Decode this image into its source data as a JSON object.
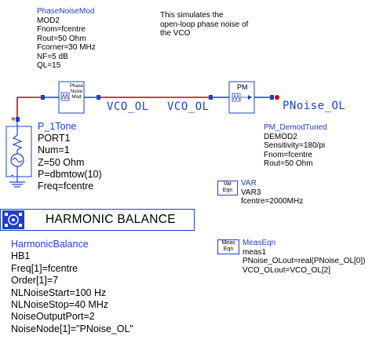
{
  "note": {
    "lines": [
      "This simulates the",
      "open-loop phase noise of",
      "the VCO"
    ]
  },
  "phase_noise_mod": {
    "title": "PhaseNoiseMod",
    "name": "MOD2",
    "params": [
      "Fnom=fcentre",
      "Rout=50 Ohm",
      "Fcorner=30 MHz",
      "NF=5 dB",
      "QL=15"
    ],
    "block_label": [
      "Phase",
      "Noise",
      "Mod"
    ]
  },
  "wires": {
    "net1": "VCO_OL",
    "net2": "VCO_OL",
    "output_node": "PNoise_OL"
  },
  "pm_block": {
    "label": "PM"
  },
  "pm_demod": {
    "title": "PM_DemodTuned",
    "name": "DEMOD2",
    "params": [
      "Sensitivity=180/pi",
      "Fnom=fcentre",
      "Rout=50 Ohm"
    ]
  },
  "port_source": {
    "title": "P_1Tone",
    "name": "PORT1",
    "params": [
      "Num=1",
      "Z=50 Ohm",
      "P=dbmtow(10)",
      "Freq=fcentre"
    ],
    "plus_sign": "+",
    "minus_sign": "-"
  },
  "var_eqn": {
    "icon_lines": [
      "Var",
      "Eqn"
    ],
    "title": "VAR",
    "name": "VAR3",
    "params": [
      "fcentre=2000MHz"
    ]
  },
  "harmonic_balance": {
    "banner": "HARMONIC BALANCE",
    "title": "HarmonicBalance",
    "name": "HB1",
    "params": [
      "Freq[1]=fcentre",
      "Order[1]=7",
      "NLNoiseStart=100 Hz",
      "NLNoiseStop=40 MHz",
      "NoiseOutputPort=2",
      "NoiseNode[1]=\"PNoise_OL\""
    ]
  },
  "meas_eqn": {
    "icon_lines": [
      "Meas",
      "Eqn"
    ],
    "title": "MeasEqn",
    "name": "meas1",
    "params": [
      "PNoise_OLout=real(PNoise_OL[0])",
      "VCO_OLout=VCO_OL[2]"
    ]
  },
  "colors": {
    "component_blue": "#1f3fd0",
    "wire_red": "#c00000",
    "text_black": "#000000"
  }
}
